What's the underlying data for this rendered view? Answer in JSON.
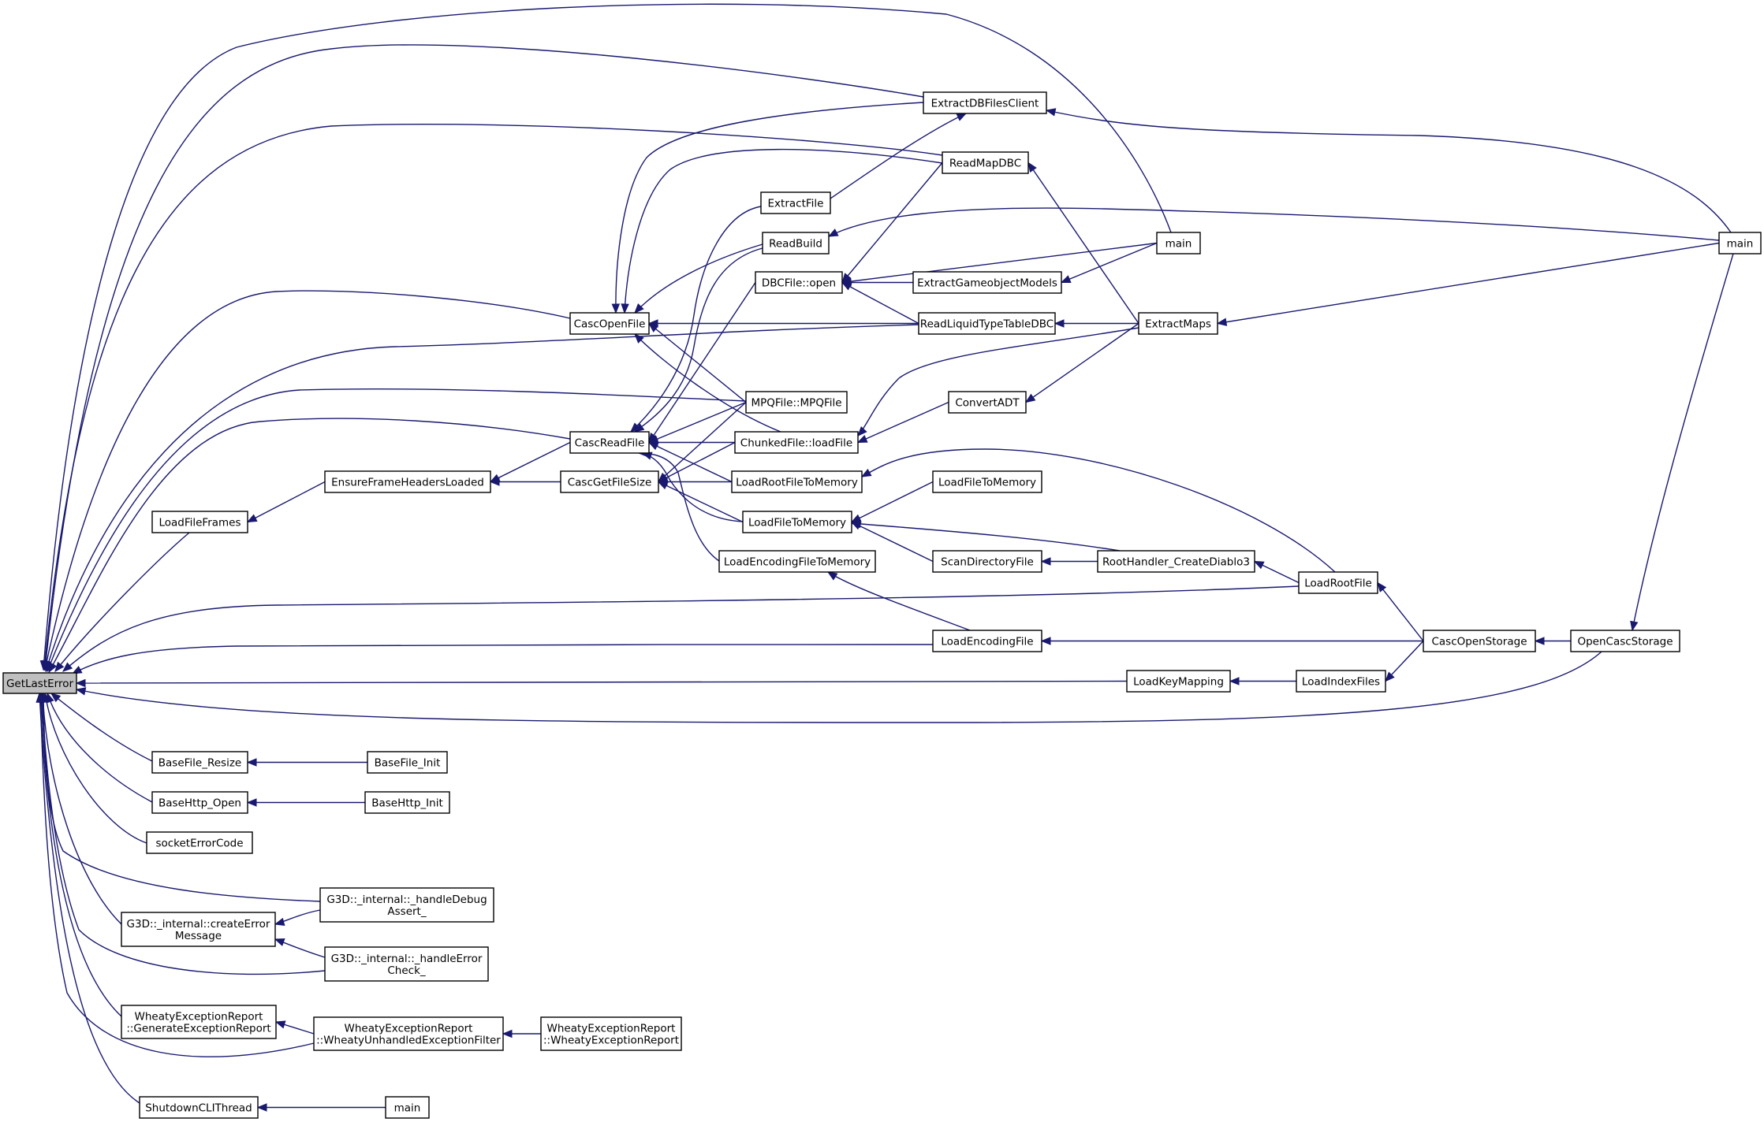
{
  "graph": {
    "nodes": [
      {
        "id": "GetLastError",
        "lines": [
          "GetLastError"
        ],
        "root": true
      },
      {
        "id": "ExtractDBFilesClient",
        "lines": [
          "ExtractDBFilesClient"
        ]
      },
      {
        "id": "ReadMapDBC",
        "lines": [
          "ReadMapDBC"
        ]
      },
      {
        "id": "ExtractFile",
        "lines": [
          "ExtractFile"
        ]
      },
      {
        "id": "ReadBuild",
        "lines": [
          "ReadBuild"
        ]
      },
      {
        "id": "main_mid",
        "lines": [
          "main"
        ]
      },
      {
        "id": "main_right",
        "lines": [
          "main"
        ]
      },
      {
        "id": "DBCFileOpen",
        "lines": [
          "DBCFile::open"
        ]
      },
      {
        "id": "ExtractGameobjectModels",
        "lines": [
          "ExtractGameobjectModels"
        ]
      },
      {
        "id": "CascOpenFile",
        "lines": [
          "CascOpenFile"
        ]
      },
      {
        "id": "ReadLiquidTypeTableDBC",
        "lines": [
          "ReadLiquidTypeTableDBC"
        ]
      },
      {
        "id": "ExtractMaps",
        "lines": [
          "ExtractMaps"
        ]
      },
      {
        "id": "MPQFileMPQFile",
        "lines": [
          "MPQFile::MPQFile"
        ]
      },
      {
        "id": "ConvertADT",
        "lines": [
          "ConvertADT"
        ]
      },
      {
        "id": "CascReadFile",
        "lines": [
          "CascReadFile"
        ]
      },
      {
        "id": "ChunkedFileLoadFile",
        "lines": [
          "ChunkedFile::loadFile"
        ]
      },
      {
        "id": "EnsureFrameHeadersLoaded",
        "lines": [
          "EnsureFrameHeadersLoaded"
        ]
      },
      {
        "id": "CascGetFileSize",
        "lines": [
          "CascGetFileSize"
        ]
      },
      {
        "id": "LoadRootFileToMemory",
        "lines": [
          "LoadRootFileToMemory"
        ]
      },
      {
        "id": "LoadFileToMemory_top",
        "lines": [
          "LoadFileToMemory"
        ]
      },
      {
        "id": "LoadFileFrames",
        "lines": [
          "LoadFileFrames"
        ]
      },
      {
        "id": "LoadFileToMemory",
        "lines": [
          "LoadFileToMemory"
        ]
      },
      {
        "id": "LoadEncodingFileToMemory",
        "lines": [
          "LoadEncodingFileToMemory"
        ]
      },
      {
        "id": "ScanDirectoryFile",
        "lines": [
          "ScanDirectoryFile"
        ]
      },
      {
        "id": "RootHandlerCreateDiablo3",
        "lines": [
          "RootHandler_CreateDiablo3"
        ]
      },
      {
        "id": "LoadRootFile",
        "lines": [
          "LoadRootFile"
        ]
      },
      {
        "id": "LoadEncodingFile",
        "lines": [
          "LoadEncodingFile"
        ]
      },
      {
        "id": "CascOpenStorage",
        "lines": [
          "CascOpenStorage"
        ]
      },
      {
        "id": "OpenCascStorage",
        "lines": [
          "OpenCascStorage"
        ]
      },
      {
        "id": "LoadKeyMapping",
        "lines": [
          "LoadKeyMapping"
        ]
      },
      {
        "id": "LoadIndexFiles",
        "lines": [
          "LoadIndexFiles"
        ]
      },
      {
        "id": "BaseFileResize",
        "lines": [
          "BaseFile_Resize"
        ]
      },
      {
        "id": "BaseFileInit",
        "lines": [
          "BaseFile_Init"
        ]
      },
      {
        "id": "BaseHttpOpen",
        "lines": [
          "BaseHttp_Open"
        ]
      },
      {
        "id": "BaseHttpInit",
        "lines": [
          "BaseHttp_Init"
        ]
      },
      {
        "id": "socketErrorCode",
        "lines": [
          "socketErrorCode"
        ]
      },
      {
        "id": "G3DHandleDebugAssert",
        "lines": [
          "G3D::_internal::_handleDebug",
          "Assert_"
        ]
      },
      {
        "id": "G3DCreateErrorMessage",
        "lines": [
          "G3D::_internal::createError",
          "Message"
        ]
      },
      {
        "id": "G3DHandleErrorCheck",
        "lines": [
          "G3D::_internal::_handleError",
          "Check_"
        ]
      },
      {
        "id": "WERGenerateExceptionReport",
        "lines": [
          "WheatyExceptionReport",
          "::GenerateExceptionReport"
        ]
      },
      {
        "id": "WERUnhandledExceptionFilter",
        "lines": [
          "WheatyExceptionReport",
          "::WheatyUnhandledExceptionFilter"
        ]
      },
      {
        "id": "WERCtor",
        "lines": [
          "WheatyExceptionReport",
          "::WheatyExceptionReport"
        ]
      },
      {
        "id": "ShutdownCLIThread",
        "lines": [
          "ShutdownCLIThread"
        ]
      },
      {
        "id": "main_bottom",
        "lines": [
          "main"
        ]
      }
    ],
    "edges": [
      [
        "GetLastError",
        "ExtractDBFilesClient"
      ],
      [
        "GetLastError",
        "main_mid"
      ],
      [
        "GetLastError",
        "ReadMapDBC"
      ],
      [
        "GetLastError",
        "CascOpenFile"
      ],
      [
        "GetLastError",
        "ReadLiquidTypeTableDBC"
      ],
      [
        "GetLastError",
        "MPQFileMPQFile"
      ],
      [
        "GetLastError",
        "CascReadFile"
      ],
      [
        "GetLastError",
        "LoadFileFrames"
      ],
      [
        "GetLastError",
        "LoadRootFile"
      ],
      [
        "GetLastError",
        "LoadEncodingFile"
      ],
      [
        "GetLastError",
        "LoadKeyMapping"
      ],
      [
        "GetLastError",
        "OpenCascStorage"
      ],
      [
        "GetLastError",
        "BaseFileResize"
      ],
      [
        "GetLastError",
        "BaseHttpOpen"
      ],
      [
        "GetLastError",
        "socketErrorCode"
      ],
      [
        "GetLastError",
        "G3DHandleDebugAssert"
      ],
      [
        "GetLastError",
        "G3DCreateErrorMessage"
      ],
      [
        "GetLastError",
        "G3DHandleErrorCheck"
      ],
      [
        "GetLastError",
        "WERGenerateExceptionReport"
      ],
      [
        "GetLastError",
        "WERUnhandledExceptionFilter"
      ],
      [
        "GetLastError",
        "ShutdownCLIThread"
      ],
      [
        "ExtractDBFilesClient",
        "main_right"
      ],
      [
        "ReadMapDBC",
        "ExtractMaps"
      ],
      [
        "ExtractFile",
        "ExtractDBFilesClient"
      ],
      [
        "ReadBuild",
        "main_right"
      ],
      [
        "DBCFileOpen",
        "ReadMapDBC"
      ],
      [
        "DBCFileOpen",
        "main_mid"
      ],
      [
        "DBCFileOpen",
        "ExtractGameobjectModels"
      ],
      [
        "DBCFileOpen",
        "ReadLiquidTypeTableDBC"
      ],
      [
        "ExtractGameobjectModels",
        "main_mid"
      ],
      [
        "CascOpenFile",
        "ExtractDBFilesClient"
      ],
      [
        "CascOpenFile",
        "ReadMapDBC"
      ],
      [
        "CascOpenFile",
        "ReadBuild"
      ],
      [
        "CascOpenFile",
        "ReadLiquidTypeTableDBC"
      ],
      [
        "CascOpenFile",
        "MPQFileMPQFile"
      ],
      [
        "CascOpenFile",
        "ChunkedFileLoadFile"
      ],
      [
        "ReadLiquidTypeTableDBC",
        "ExtractMaps"
      ],
      [
        "ExtractMaps",
        "main_right"
      ],
      [
        "ConvertADT",
        "ExtractMaps"
      ],
      [
        "CascReadFile",
        "ExtractFile"
      ],
      [
        "CascReadFile",
        "ReadBuild"
      ],
      [
        "CascReadFile",
        "DBCFileOpen"
      ],
      [
        "CascReadFile",
        "MPQFileMPQFile"
      ],
      [
        "CascReadFile",
        "ChunkedFileLoadFile"
      ],
      [
        "CascReadFile",
        "LoadRootFileToMemory"
      ],
      [
        "CascReadFile",
        "LoadFileToMemory"
      ],
      [
        "CascReadFile",
        "LoadEncodingFileToMemory"
      ],
      [
        "ChunkedFileLoadFile",
        "ExtractMaps"
      ],
      [
        "ChunkedFileLoadFile",
        "ConvertADT"
      ],
      [
        "EnsureFrameHeadersLoaded",
        "CascReadFile"
      ],
      [
        "EnsureFrameHeadersLoaded",
        "CascGetFileSize"
      ],
      [
        "CascGetFileSize",
        "MPQFileMPQFile"
      ],
      [
        "CascGetFileSize",
        "ChunkedFileLoadFile"
      ],
      [
        "CascGetFileSize",
        "LoadRootFileToMemory"
      ],
      [
        "CascGetFileSize",
        "LoadFileToMemory"
      ],
      [
        "LoadRootFileToMemory",
        "LoadRootFile"
      ],
      [
        "LoadFileFrames",
        "EnsureFrameHeadersLoaded"
      ],
      [
        "LoadFileToMemory",
        "LoadFileToMemory_top"
      ],
      [
        "LoadFileToMemory",
        "ScanDirectoryFile"
      ],
      [
        "LoadFileToMemory",
        "RootHandlerCreateDiablo3"
      ],
      [
        "LoadEncodingFileToMemory",
        "LoadEncodingFile"
      ],
      [
        "ScanDirectoryFile",
        "RootHandlerCreateDiablo3"
      ],
      [
        "RootHandlerCreateDiablo3",
        "LoadRootFile"
      ],
      [
        "LoadRootFile",
        "CascOpenStorage"
      ],
      [
        "LoadEncodingFile",
        "CascOpenStorage"
      ],
      [
        "CascOpenStorage",
        "OpenCascStorage"
      ],
      [
        "OpenCascStorage",
        "main_right"
      ],
      [
        "LoadKeyMapping",
        "LoadIndexFiles"
      ],
      [
        "LoadIndexFiles",
        "CascOpenStorage"
      ],
      [
        "BaseFileResize",
        "BaseFileInit"
      ],
      [
        "BaseHttpOpen",
        "BaseHttpInit"
      ],
      [
        "G3DCreateErrorMessage",
        "G3DHandleDebugAssert"
      ],
      [
        "G3DCreateErrorMessage",
        "G3DHandleErrorCheck"
      ],
      [
        "WERGenerateExceptionReport",
        "WERUnhandledExceptionFilter"
      ],
      [
        "WERUnhandledExceptionFilter",
        "WERCtor"
      ],
      [
        "ShutdownCLIThread",
        "main_bottom"
      ]
    ]
  }
}
